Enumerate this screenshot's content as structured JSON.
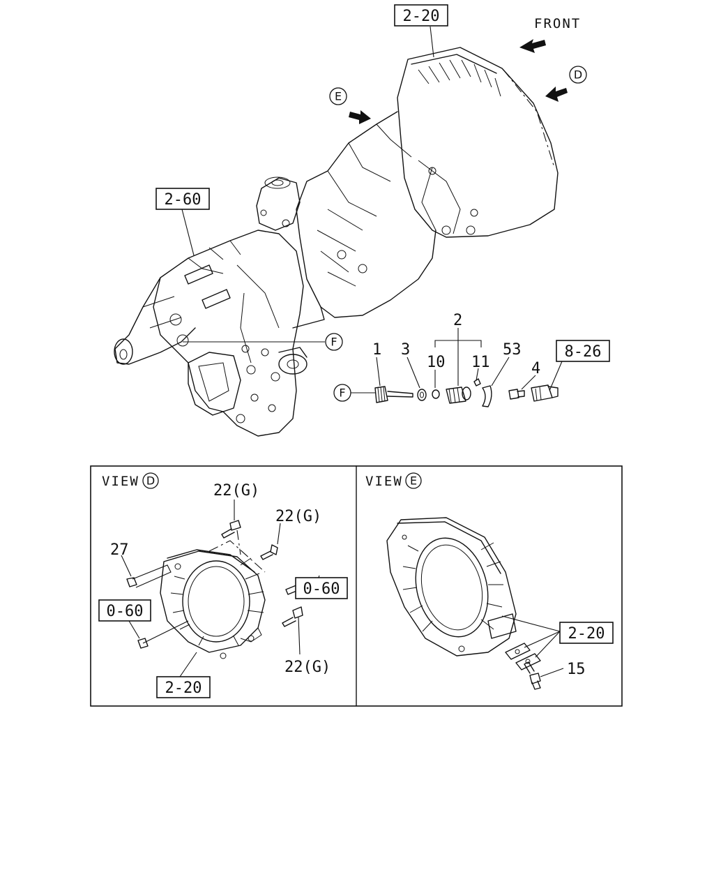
{
  "refs": {
    "top_2_20": "2-20",
    "left_2_60": "2-60",
    "right_8_26": "8-26",
    "d_0_60_right": "0-60",
    "d_0_60_left": "0-60",
    "d_2_20": "2-20",
    "e_2_20": "2-20"
  },
  "labels": {
    "front": "FRONT",
    "view_d": "VIEW",
    "view_e": "VIEW",
    "circle_d": "D",
    "circle_e": "E",
    "circle_f": "F",
    "part_1": "1",
    "part_2": "2",
    "part_3": "3",
    "part_4": "4",
    "part_10": "10",
    "part_11": "11",
    "part_53": "53",
    "part_15": "15",
    "part_27": "27",
    "bolt_22g_top": "22(G)",
    "bolt_22g_mid": "22(G)",
    "bolt_22g_bottom": "22(G)"
  }
}
